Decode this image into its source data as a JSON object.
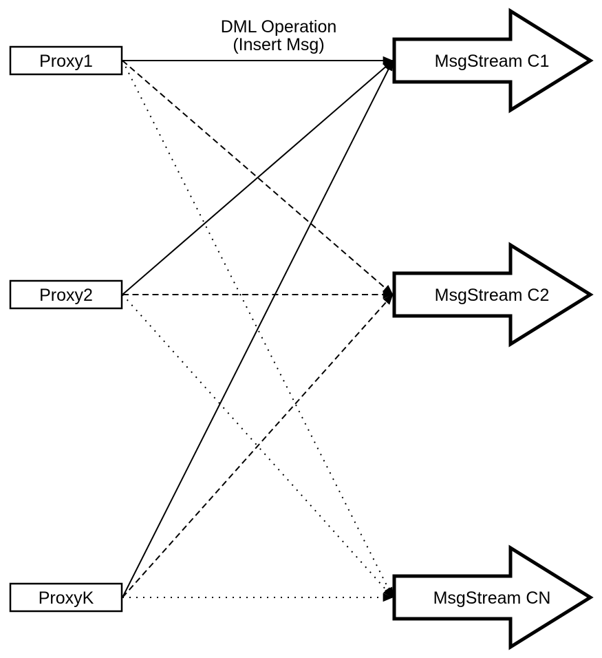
{
  "diagram": {
    "title": {
      "line1": "DML Operation",
      "line2": "(Insert Msg)"
    },
    "proxies": [
      {
        "id": "proxy1",
        "label": "Proxy1"
      },
      {
        "id": "proxy2",
        "label": "Proxy2"
      },
      {
        "id": "proxyK",
        "label": "ProxyK"
      }
    ],
    "streams": [
      {
        "id": "c1",
        "label": "MsgStream C1"
      },
      {
        "id": "c2",
        "label": "MsgStream C2"
      },
      {
        "id": "cn",
        "label": "MsgStream CN"
      }
    ],
    "edges": [
      {
        "from": "Proxy1",
        "to": "MsgStream C1",
        "style": "solid"
      },
      {
        "from": "Proxy2",
        "to": "MsgStream C1",
        "style": "solid"
      },
      {
        "from": "ProxyK",
        "to": "MsgStream C1",
        "style": "solid"
      },
      {
        "from": "Proxy1",
        "to": "MsgStream C2",
        "style": "dashed"
      },
      {
        "from": "Proxy2",
        "to": "MsgStream C2",
        "style": "dashed"
      },
      {
        "from": "ProxyK",
        "to": "MsgStream C2",
        "style": "dashed"
      },
      {
        "from": "Proxy1",
        "to": "MsgStream CN",
        "style": "dotted"
      },
      {
        "from": "Proxy2",
        "to": "MsgStream CN",
        "style": "dotted"
      },
      {
        "from": "ProxyK",
        "to": "MsgStream CN",
        "style": "dotted"
      }
    ],
    "colors": {
      "stroke": "#000000",
      "background": "#ffffff",
      "shape_fill": "#ffffff"
    }
  }
}
